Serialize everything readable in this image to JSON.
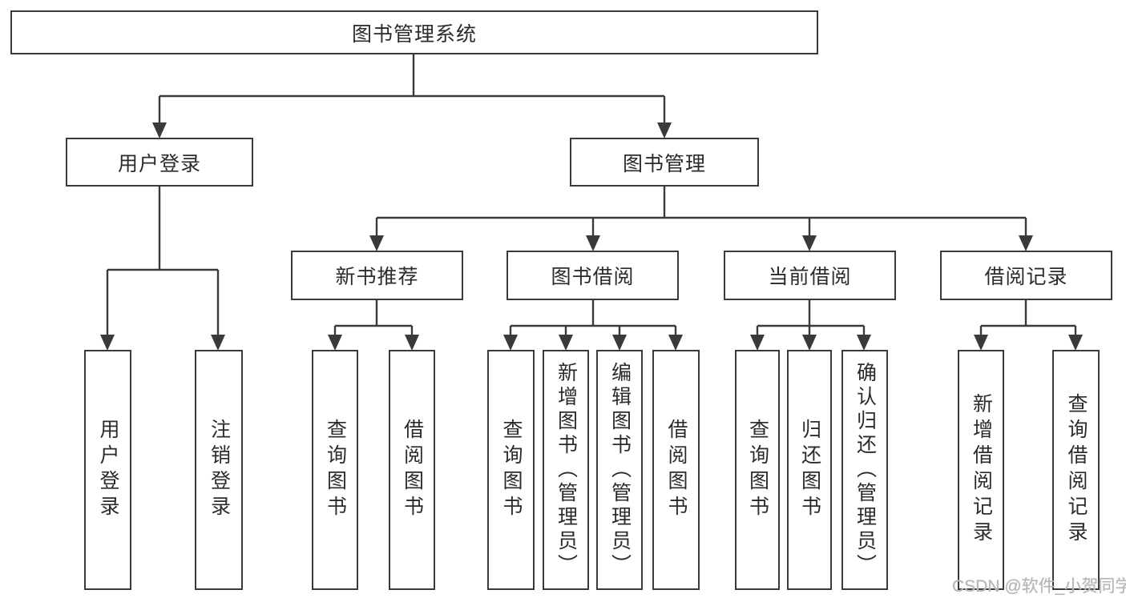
{
  "diagram": {
    "root": {
      "label": "图书管理系统"
    },
    "branches": {
      "user_login": {
        "label": "用户登录",
        "children": [
          {
            "label": "用户登录"
          },
          {
            "label": "注销登录"
          }
        ]
      },
      "book_management": {
        "label": "图书管理",
        "children": [
          {
            "label": "新书推荐",
            "children": [
              {
                "label": "查询图书"
              },
              {
                "label": "借阅图书"
              }
            ]
          },
          {
            "label": "图书借阅",
            "children": [
              {
                "label": "查询图书"
              },
              {
                "label": "新增图书（管理员）"
              },
              {
                "label": "编辑图书（管理员）"
              },
              {
                "label": "借阅图书"
              }
            ]
          },
          {
            "label": "当前借阅",
            "children": [
              {
                "label": "查询图书"
              },
              {
                "label": "归还图书"
              },
              {
                "label": "确认归还（管理员）"
              }
            ]
          },
          {
            "label": "借阅记录",
            "children": [
              {
                "label": "新增借阅记录"
              },
              {
                "label": "查询借阅记录"
              }
            ]
          }
        ]
      }
    },
    "watermark": "CSDN @软件_小贺同学",
    "colors": {
      "line": "#3a3a3a",
      "border": "#3a3a3a",
      "text": "#2b2b2b",
      "background": "#ffffff",
      "watermark": "#b5b5b5"
    }
  }
}
